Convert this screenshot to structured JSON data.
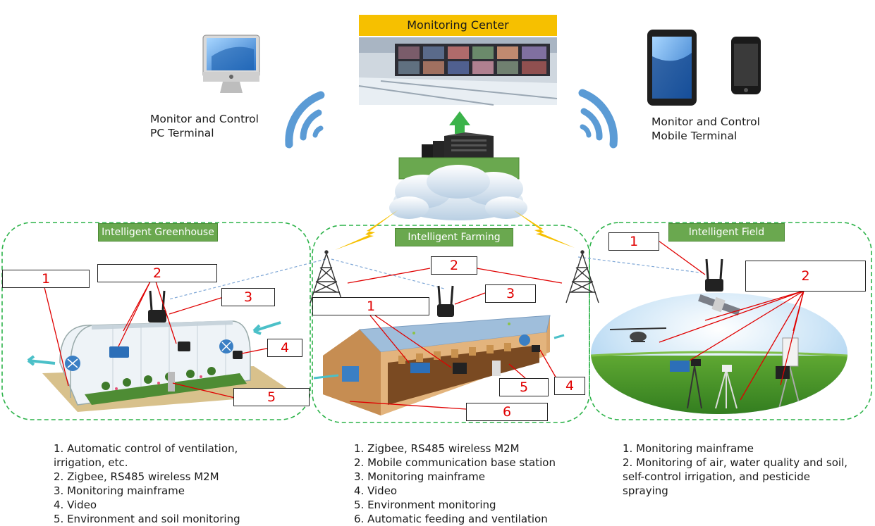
{
  "monitoring_center": {
    "title": "Monitoring Center"
  },
  "pc_terminal": {
    "line1": "Monitor and Control",
    "line2": "PC Terminal"
  },
  "mobile_terminal": {
    "line1": "Monitor and Control",
    "line2": "Mobile Terminal"
  },
  "sections": {
    "greenhouse": {
      "title": "Intelligent Greenhouse",
      "markers": [
        "1",
        "2",
        "3",
        "4",
        "5"
      ],
      "legend": [
        "1. Automatic control of ventilation,\nirrigation, etc.",
        "2. Zigbee, RS485 wireless M2M",
        "3. Monitoring mainframe",
        "4. Video",
        "5. Environment and soil monitoring"
      ]
    },
    "farming": {
      "title": "Intelligent Farming",
      "markers": [
        "1",
        "2",
        "3",
        "4",
        "5",
        "6"
      ],
      "legend": [
        "1. Zigbee, RS485 wireless M2M",
        "2. Mobile communication base station",
        "3. Monitoring mainframe",
        "4. Video",
        "5. Environment monitoring",
        "6. Automatic feeding and ventilation"
      ]
    },
    "field": {
      "title": "Intelligent Field",
      "markers": [
        "1",
        "2"
      ],
      "legend": [
        "1. Monitoring mainframe",
        "2. Monitoring of air, water quality and soil,\nself-control irrigation, and pesticide\nspraying"
      ]
    }
  },
  "colors": {
    "label_green": "#6aa84f",
    "header_yellow": "#f6c000",
    "marker_red": "#e00000",
    "dashed_green": "#2db34a",
    "wifi_blue": "#5b9bd5",
    "lightning": "#f6c000"
  }
}
